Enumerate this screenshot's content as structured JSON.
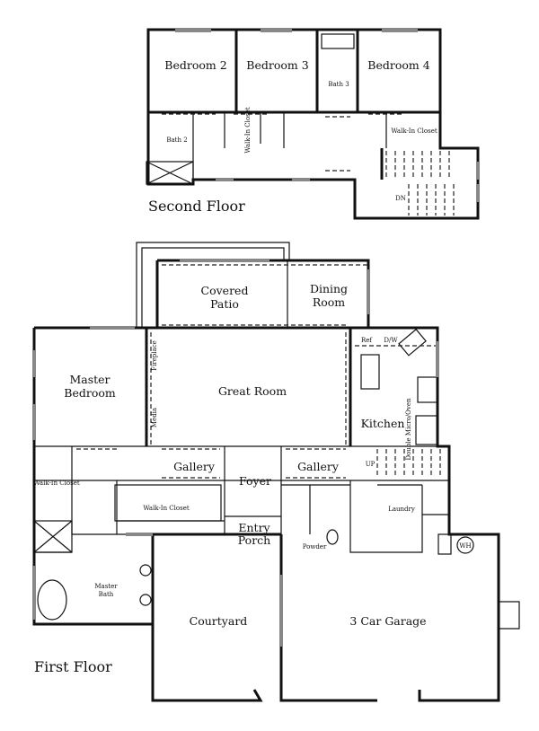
{
  "title_second": "Second Floor",
  "title_first": "First Floor",
  "second_floor": {
    "bedroom2": "Bedroom 2",
    "bedroom3": "Bedroom 3",
    "bedroom4": "Bedroom 4",
    "bath3": "Bath 3",
    "bath2": "Bath 2",
    "closet_a": "Walk-In Closet",
    "closet_b": "Walk-In Closet",
    "dn": "DN"
  },
  "first_floor": {
    "covered_patio": [
      "Covered",
      "Patio"
    ],
    "dining_room": [
      "Dining",
      "Room"
    ],
    "master_bedroom": [
      "Master",
      "Bedroom"
    ],
    "fireplace": "Fireplace",
    "media": "Media",
    "great_room": "Great Room",
    "kitchen": "Kitchen",
    "ref": "Ref",
    "dw": "D/W",
    "micro_oven": "Double Micro/Oven",
    "gallery_left": "Gallery",
    "gallery_right": "Gallery",
    "foyer": "Foyer",
    "up": "UP",
    "walkin_left": "Walk-In Closet",
    "walkin_center": "Walk-In Closet",
    "entry_porch": [
      "Entry",
      "Porch"
    ],
    "powder": "Powder",
    "laundry": "Laundry",
    "wh": "WH",
    "master_bath": [
      "Master",
      "Bath"
    ],
    "courtyard": "Courtyard",
    "garage": "3 Car Garage"
  }
}
